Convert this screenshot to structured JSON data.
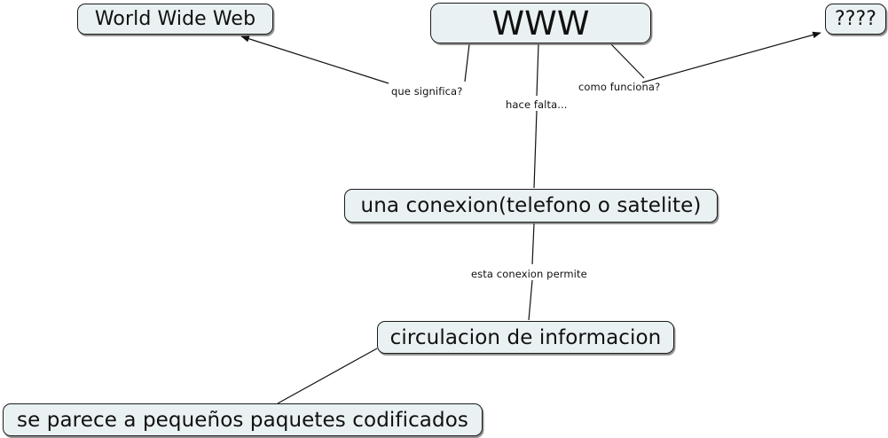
{
  "document": {
    "type": "concept-map",
    "title": "WWW",
    "background_color": "#ffffff",
    "node_fill_color": "#eaf1f3",
    "node_border_color": "#1b1b1b",
    "text_color": "#111111"
  },
  "nodes": [
    {
      "id": "www",
      "label": "WWW"
    },
    {
      "id": "wwwfull",
      "label": "World Wide Web"
    },
    {
      "id": "unknown",
      "label": "????"
    },
    {
      "id": "conexion",
      "label": "una conexion(telefono o satelite)"
    },
    {
      "id": "circulacion",
      "label": "circulacion de informacion"
    },
    {
      "id": "paquetes",
      "label": "se parece a pequeños paquetes codificados"
    }
  ],
  "links": [
    {
      "id": "l1",
      "label": "que significa?",
      "from": "www",
      "to": "wwwfull",
      "arrow": true
    },
    {
      "id": "l2",
      "label": "hace falta...",
      "from": "www",
      "to": "conexion",
      "arrow": false
    },
    {
      "id": "l3",
      "label": "como funciona?",
      "from": "www",
      "to": "unknown",
      "arrow": true
    },
    {
      "id": "l4",
      "label": "esta conexion permite",
      "from": "conexion",
      "to": "circulacion",
      "arrow": false
    },
    {
      "id": "l5",
      "label": "",
      "from": "circulacion",
      "to": "paquetes",
      "arrow": false
    }
  ]
}
